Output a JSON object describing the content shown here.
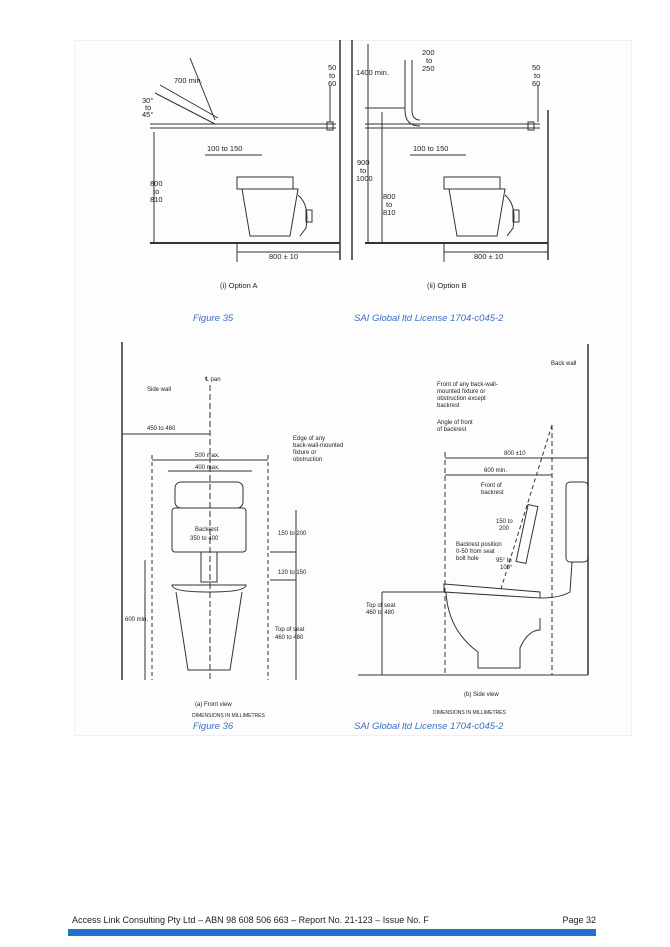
{
  "figure35": {
    "option_a": {
      "dim_700": "700 min.",
      "angle": [
        "30°",
        "to",
        "45°"
      ],
      "dim_50": [
        "50",
        "to",
        "60"
      ],
      "dim_100": "100 to 150",
      "dim_800": [
        "800",
        "to",
        "810"
      ],
      "dim_width": "800 ± 10",
      "caption": "(i) Option A"
    },
    "option_b": {
      "dim_1400": "1400 min.",
      "dim_200": [
        "200",
        "to",
        "250"
      ],
      "dim_50": [
        "50",
        "to",
        "60"
      ],
      "dim_900": [
        "900",
        "to",
        "1000"
      ],
      "dim_100": "100 to 150",
      "dim_800": [
        "800",
        "to",
        "810"
      ],
      "dim_width": "800 ± 10",
      "caption": "(ii) Option B"
    },
    "caption": "Figure 35",
    "license": "SAI Global ltd License 1704-c045-2"
  },
  "figure36": {
    "front": {
      "side_wall": "Side wall",
      "cl_pan": "℄ pan",
      "dim_450": "450 to 460",
      "dim_500": "500 max.",
      "dim_400": "400 max.",
      "edge_note": [
        "Edge of any",
        "back-wall-mounted",
        "fixture or",
        "obstruction"
      ],
      "backrest": "Backrest",
      "backrest_dim": "350 to 400",
      "dim_150": "150 to 200",
      "dim_120": "120 to 150",
      "dim_600": "600 min.",
      "top_seat": [
        "Top of seat",
        "460 to 480"
      ],
      "caption": "(a) Front view",
      "units": "DIMENSIONS IN MILLIMETRES"
    },
    "side": {
      "back_wall": "Back wall",
      "front_note": [
        "Front of any back-wall-",
        "mounted fixture or",
        "obstruction except",
        "backrest"
      ],
      "angle_note": [
        "Angle of front",
        "of backrest"
      ],
      "dim_800": "800 ±10",
      "dim_600": "600 min.",
      "front_backrest": [
        "Front of",
        "backrest"
      ],
      "dim_150": [
        "150 to",
        "200"
      ],
      "backrest_pos": [
        "Backrest position",
        "0-50 from seat",
        "bolt hole"
      ],
      "angle": [
        "95° to",
        "100°"
      ],
      "top_seat": [
        "Top of seat",
        "460 to 480"
      ],
      "caption": "(b) Side view",
      "units": "DIMENSIONS IN MILLIMETRES"
    },
    "caption": "Figure 36",
    "license": "SAI Global ltd License 1704-c045-2"
  },
  "footer": {
    "text": "Access Link Consulting Pty Ltd   –   ABN 98 608 506 663   –   Report No. 21-123   –   Issue No. F",
    "page": "Page 32"
  },
  "colors": {
    "caption": "#3d6fc7",
    "footer_bar": "#1f73c9"
  }
}
